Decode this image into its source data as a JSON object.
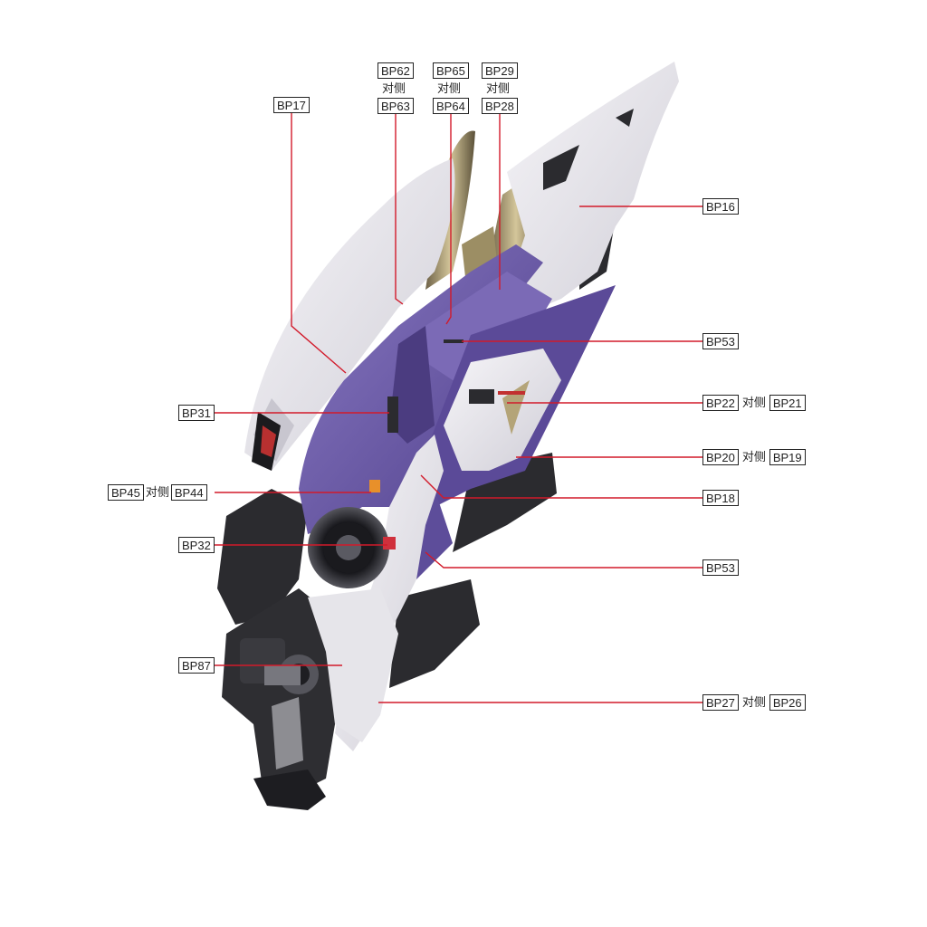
{
  "colors": {
    "leader_line": "#d21a2a",
    "white_armor": "#ecebee",
    "purple_armor": "#6d5aa6",
    "dark_frame": "#2b2b2f",
    "gold_frame": "#b4a478"
  },
  "opposite_side": "对侧",
  "callouts": [
    {
      "id": "bp17",
      "code": "BP17"
    },
    {
      "id": "bp62",
      "code": "BP62",
      "opposite_code": "BP63"
    },
    {
      "id": "bp65",
      "code": "BP65",
      "opposite_code": "BP64"
    },
    {
      "id": "bp29",
      "code": "BP29",
      "opposite_code": "BP28"
    },
    {
      "id": "bp16",
      "code": "BP16"
    },
    {
      "id": "bp53a",
      "code": "BP53"
    },
    {
      "id": "bp31",
      "code": "BP31"
    },
    {
      "id": "bp22",
      "code": "BP22",
      "opposite_code": "BP21"
    },
    {
      "id": "bp20",
      "code": "BP20",
      "opposite_code": "BP19"
    },
    {
      "id": "bp45",
      "code": "BP45",
      "opposite_code": "BP44"
    },
    {
      "id": "bp18",
      "code": "BP18"
    },
    {
      "id": "bp32",
      "code": "BP32"
    },
    {
      "id": "bp53b",
      "code": "BP53"
    },
    {
      "id": "bp87",
      "code": "BP87"
    },
    {
      "id": "bp27",
      "code": "BP27",
      "opposite_code": "BP26"
    }
  ]
}
